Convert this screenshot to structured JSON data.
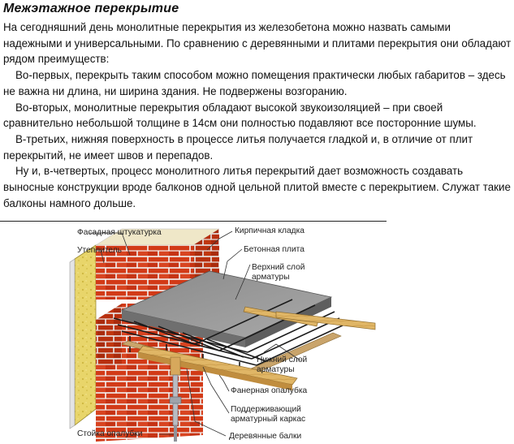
{
  "title": "Межэтажное перекрытие",
  "paragraphs": [
    "На сегодняшний день монолитные перекрытия из железобетона можно назвать самыми надежными и универсальными. По сравнению с деревянными и плитами перекрытия они обладают рядом преимуществ:",
    "Во-первых, перекрыть таким способом можно помещения практически любых габаритов – здесь не важна ни длина, ни ширина здания. Не подвержены возгоранию.",
    "Во-вторых, монолитные перекрытия обладают высокой звукоизоляцией – при своей сравнительно небольшой толщине в 14см они полностью подавляют все посторонние шумы.",
    "В-третьих, нижняя поверхность в процессе литья получается гладкой и, в отличие от плит перекрытий, не имеет швов и перепадов.",
    "Ну и, в-четвертых, процесс монолитного литья перекрытий дает возможность создавать выносные конструкции вроде балконов одной цельной плитой вместе с перекрытием. Служат такие балконы намного дольше."
  ],
  "diagram": {
    "labels": {
      "facade_plaster": "Фасадная штукатурка",
      "insulation": "Утеплитель",
      "formwork_post": "Стойка опалубки",
      "brickwork": "Кирпичная кладка",
      "concrete_slab": "Бетонная плита",
      "upper_rebar": [
        "Верхний слой",
        "арматуры"
      ],
      "lower_rebar": [
        "Нижний слой",
        "арматуры"
      ],
      "plywood_formwork": "Фанерная опалубка",
      "support_frame": [
        "Поддерживающий",
        "арматурный каркас"
      ],
      "wooden_beams": "Деревянные балки"
    }
  }
}
